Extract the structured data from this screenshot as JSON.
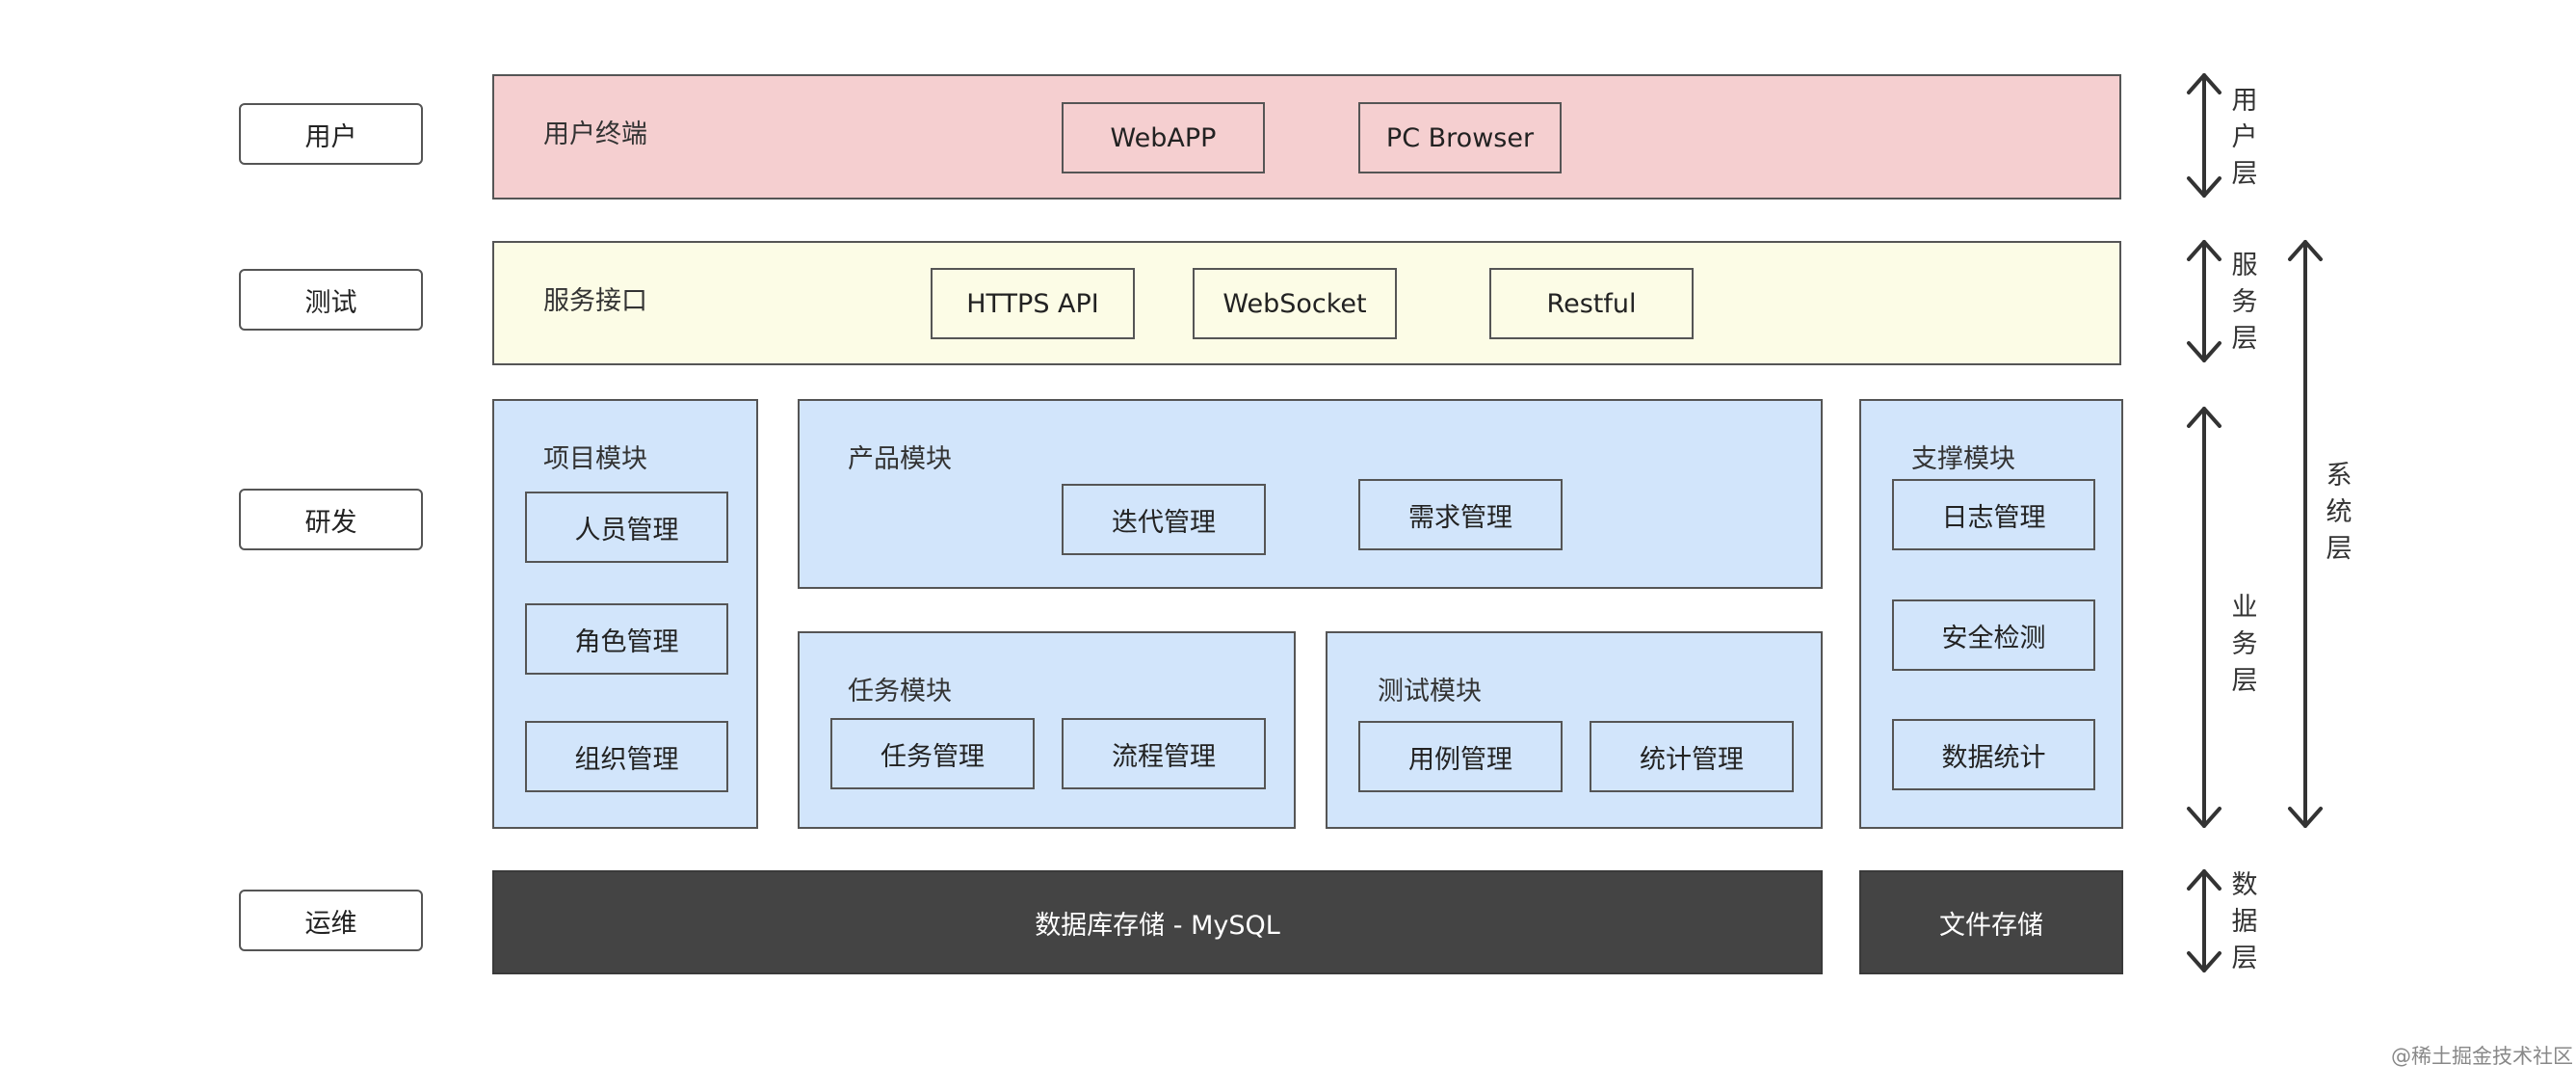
{
  "roles": [
    "用户",
    "测试",
    "研发",
    "运维"
  ],
  "user_layer": {
    "title": "用户终端",
    "items": [
      "WebAPP",
      "PC Browser"
    ]
  },
  "service_layer": {
    "title": "服务接口",
    "items": [
      "HTTPS API",
      "WebSocket",
      "Restful"
    ]
  },
  "project_module": {
    "title": "项目模块",
    "items": [
      "人员管理",
      "角色管理",
      "组织管理"
    ]
  },
  "product_module": {
    "title": "产品模块",
    "items": [
      "迭代管理",
      "需求管理"
    ]
  },
  "task_module": {
    "title": "任务模块",
    "items": [
      "任务管理",
      "流程管理"
    ]
  },
  "test_module": {
    "title": "测试模块",
    "items": [
      "用例管理",
      "统计管理"
    ]
  },
  "support_module": {
    "title": "支撑模块",
    "items": [
      "日志管理",
      "安全检测",
      "数据统计"
    ]
  },
  "data_layer": {
    "db": "数据库存储 - MySQL",
    "file": "文件存储"
  },
  "layer_labels": {
    "user": [
      "用",
      "户",
      "层"
    ],
    "service": [
      "服",
      "务",
      "层"
    ],
    "business": [
      "业",
      "务",
      "层"
    ],
    "data": [
      "数",
      "据",
      "层"
    ],
    "system": [
      "系",
      "统",
      "层"
    ]
  },
  "watermark": "@稀土掘金技术社区",
  "colors": {
    "user_band": "#f5cfd0",
    "service_band": "#fcfce6",
    "module": "#d2e5fb",
    "data_band": "#444444"
  }
}
